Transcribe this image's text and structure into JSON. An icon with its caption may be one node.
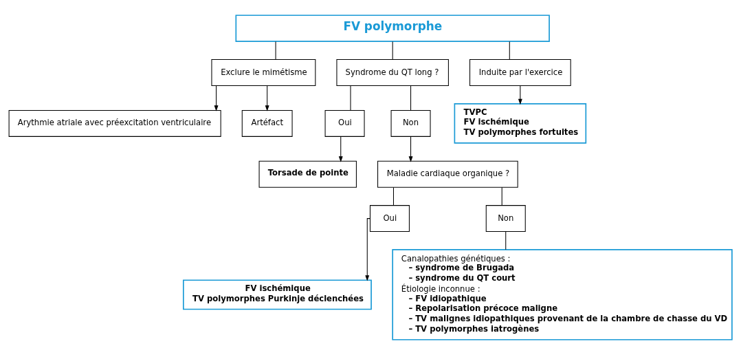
{
  "diagram": {
    "nodes": [
      {
        "text": [
          "FV polymorphe"
        ]
      },
      {
        "text": [
          "Exclure le mimétisme"
        ]
      },
      {
        "text": [
          "Arythmie atriale avec préexcitation ventriculaire"
        ]
      },
      {
        "text": [
          "Artéfact"
        ]
      },
      {
        "text": [
          "Syndrome du QT long ?"
        ]
      },
      {
        "text": [
          "Oui"
        ]
      },
      {
        "text": [
          "Non"
        ]
      },
      {
        "text": [
          "Torsade de pointe"
        ]
      },
      {
        "text": [
          "Maladie cardiaque organique ?"
        ]
      },
      {
        "text": [
          "Oui"
        ]
      },
      {
        "text": [
          "Non"
        ]
      },
      {
        "text": [
          "FV ischémique",
          "TV polymorphes Purkinje déclenchées"
        ]
      },
      {
        "text": [
          "Canalopathies génétiques :",
          "– syndrome de Brugada",
          "– syndrome du QT court",
          "Étiologie inconnue :",
          "– FV idiopathique",
          "– Repolarisation précoce maligne",
          "– TV malignes idiopathiques provenant de la chambre de chasse du VD",
          "– TV polymorphes iatrogènes"
        ]
      },
      {
        "text": [
          "Induite par l'exercice"
        ]
      },
      {
        "text": [
          "TVPC",
          "FV ischémique",
          "TV polymorphes fortuites"
        ]
      }
    ],
    "edges": [
      {
        "from": 0,
        "to": 4,
        "arrow": "none"
      },
      {
        "from": 0,
        "to": 1,
        "arrow": "none"
      },
      {
        "from": 1,
        "to": 2,
        "arrow": "to"
      },
      {
        "from": 1,
        "to": 3,
        "arrow": "to"
      },
      {
        "from": 4,
        "to": 5,
        "arrow": "none"
      },
      {
        "from": 4,
        "to": 6,
        "arrow": "none"
      },
      {
        "from": 5,
        "to": 7,
        "arrow": "to"
      },
      {
        "from": 6,
        "to": 8,
        "arrow": "to"
      },
      {
        "from": 8,
        "to": 9,
        "arrow": "none"
      },
      {
        "from": 8,
        "to": 10,
        "arrow": "none"
      },
      {
        "from": 9,
        "to": 11,
        "arrow": "to"
      },
      {
        "from": 10,
        "to": 12,
        "arrow": "none"
      },
      {
        "from": 0,
        "to": 13,
        "arrow": "none"
      },
      {
        "from": 13,
        "to": 14,
        "arrow": "to"
      }
    ]
  }
}
